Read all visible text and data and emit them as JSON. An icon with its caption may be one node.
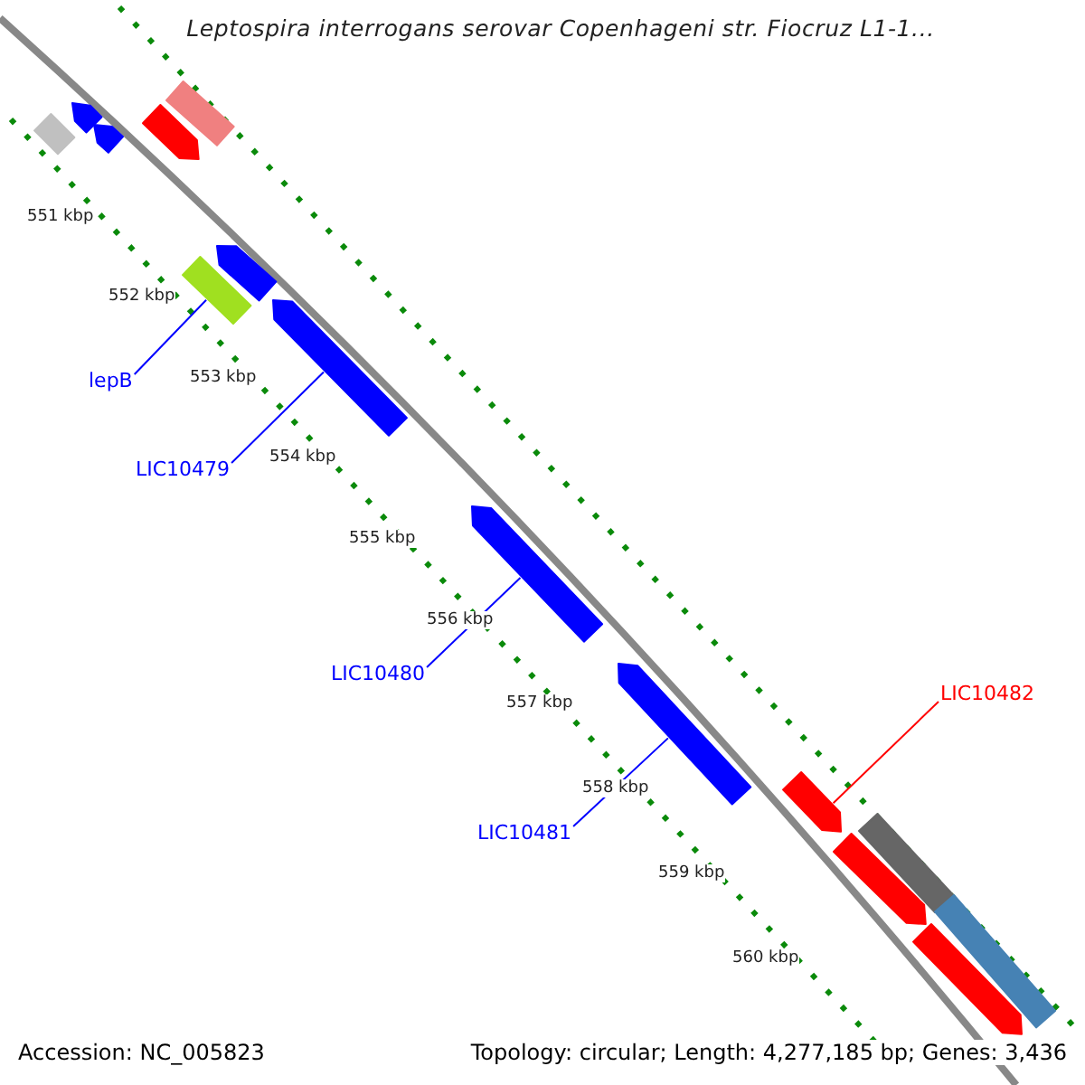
{
  "diagram": {
    "title": "Leptospira interrogans serovar Copenhageni str. Fiocruz L1-1...",
    "nodes": [
      {
        "text": [],
        "shape": "bar"
      },
      {
        "text": [],
        "shape": "bar"
      },
      {
        "text": [],
        "shape": "bar"
      },
      {
        "text": [],
        "shape": "bar"
      },
      {
        "text": [],
        "shape": "bar"
      },
      {
        "text": [],
        "shape": "bar"
      },
      {
        "text": [],
        "shape": "bar"
      },
      {
        "text": [
          "lepB"
        ]
      },
      {
        "text": [],
        "shape": "bar"
      },
      {
        "text": [
          "LIC10479"
        ]
      },
      {
        "text": [],
        "shape": "bar"
      },
      {
        "text": [
          "LIC10480"
        ]
      },
      {
        "text": [
          "LIC10482"
        ]
      },
      {
        "text": [],
        "shape": "bar"
      },
      {
        "text": [
          "LIC10481"
        ]
      },
      {
        "text": [],
        "shape": "bar"
      },
      {
        "text": [],
        "shape": "bar"
      },
      {
        "text": [],
        "shape": "bar"
      },
      {
        "text": [],
        "shape": "bar"
      },
      {
        "text": [],
        "shape": "bar"
      }
    ],
    "edges": [
      {
        "from": 7,
        "to": 5,
        "arrow": "none"
      },
      {
        "from": 9,
        "to": 8,
        "arrow": "none"
      },
      {
        "from": 11,
        "to": 10,
        "arrow": "none"
      },
      {
        "from": 14,
        "to": 13,
        "arrow": "none"
      },
      {
        "from": 12,
        "to": 15,
        "arrow": "none",
        "color": "#ff0000"
      }
    ],
    "labels": [
      "551 kbp",
      "552 kbp",
      "553 kbp",
      "554 kbp",
      "555 kbp",
      "556 kbp",
      "557 kbp",
      "558 kbp",
      "559 kbp",
      "560 kbp",
      "Accession: NC_005823",
      "Topology: circular; Length: 4,277,185 bp; Genes: 3,436"
    ]
  }
}
